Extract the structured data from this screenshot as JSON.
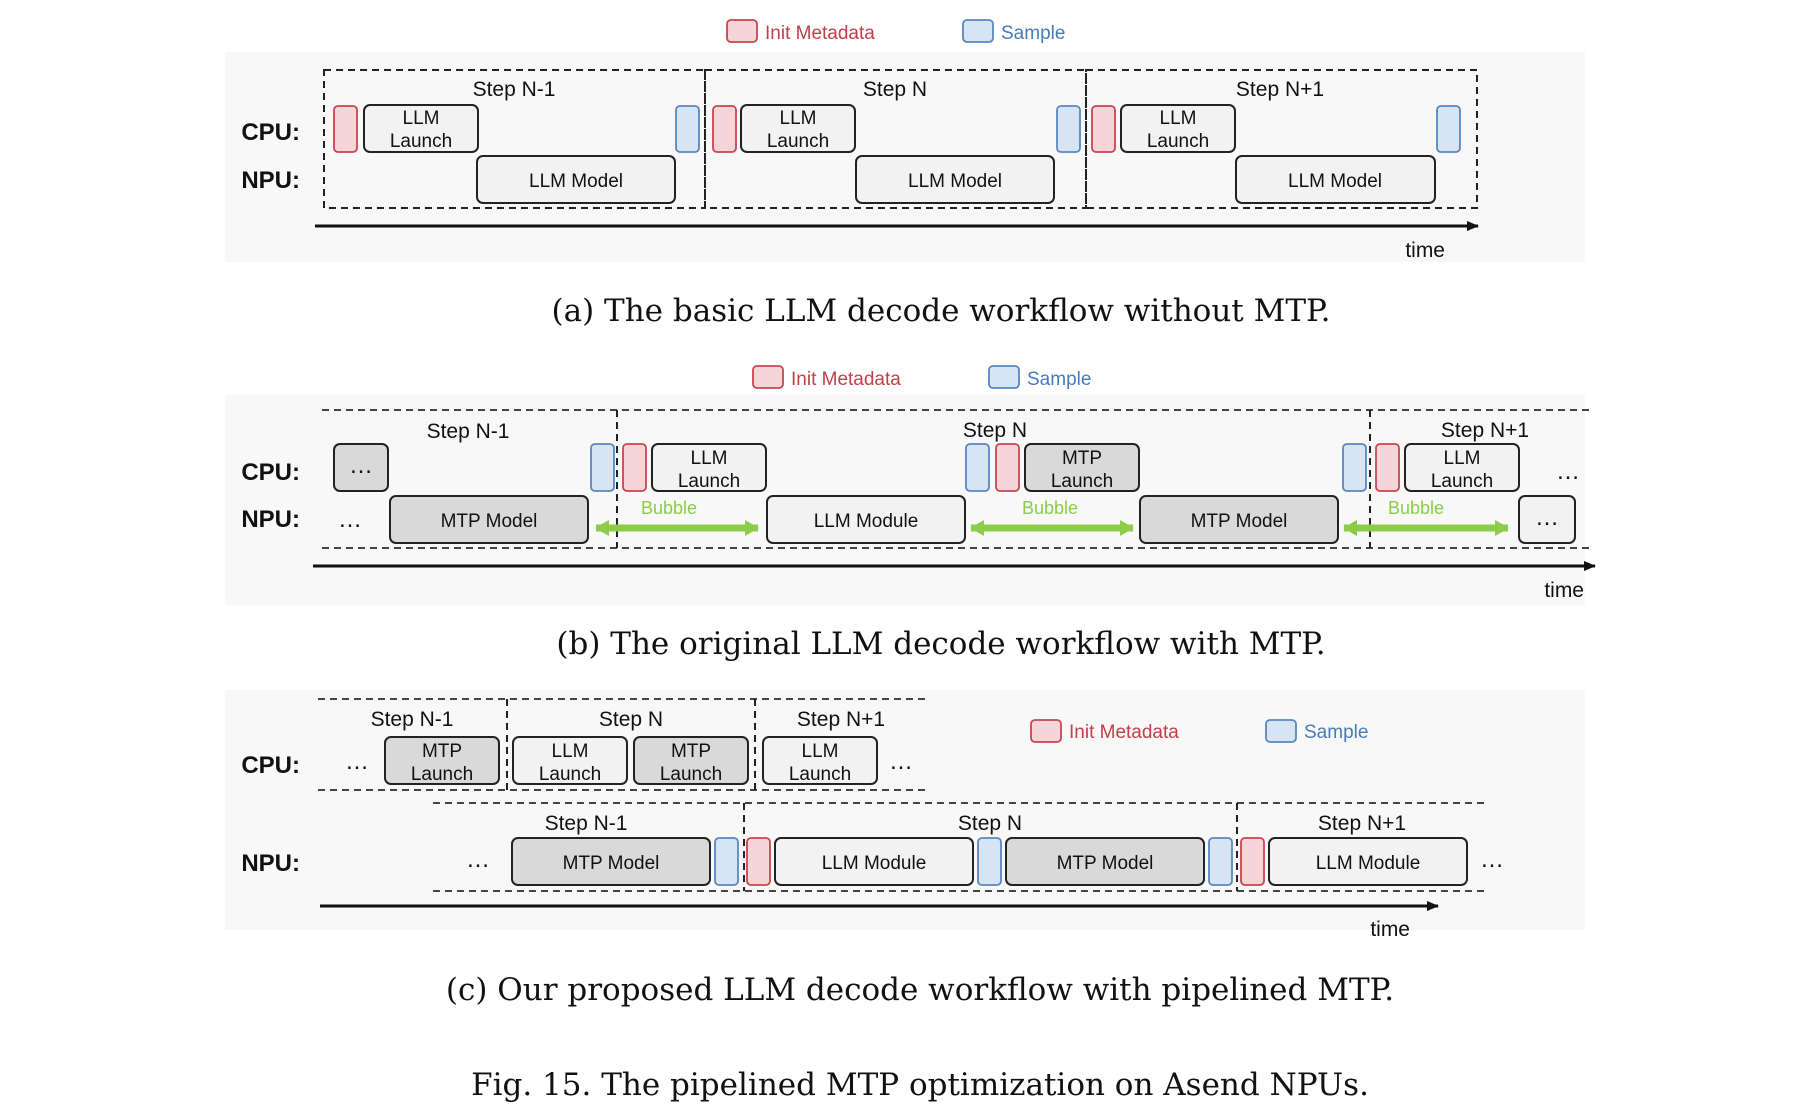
{
  "legend": {
    "init_metadata": "Init Metadata",
    "sample": "Sample"
  },
  "colors": {
    "init_fill": "#f4d6d8",
    "init_stroke": "#c9444e",
    "sample_fill": "#d7e4f3",
    "sample_stroke": "#5a86c0",
    "light_box": "#f2f2f2",
    "gray_box": "#d9d9d9",
    "bubble": "#8dcc4a",
    "panel_bg": "#f7f7f7"
  },
  "lanes": {
    "cpu": "CPU:",
    "npu": "NPU:"
  },
  "steps": {
    "prev": "Step N-1",
    "cur": "Step N",
    "next": "Step N+1"
  },
  "boxes": {
    "llm_launch_1": "LLM",
    "llm_launch_2": "Launch",
    "mtp_launch_1": "MTP",
    "mtp_launch_2": "Launch",
    "llm_model": "LLM Model",
    "llm_module": "LLM Module",
    "mtp_model": "MTP Model",
    "ellipsis": "…"
  },
  "bubble": "Bubble",
  "time": "time",
  "captions": {
    "a": "(a) The basic LLM decode workflow without MTP.",
    "b": "(b) The original LLM decode workflow with MTP.",
    "c": "(c) Our proposed LLM decode workflow with pipelined MTP."
  },
  "figure_caption": "Fig. 15.  The pipelined MTP optimization on Asend NPUs."
}
